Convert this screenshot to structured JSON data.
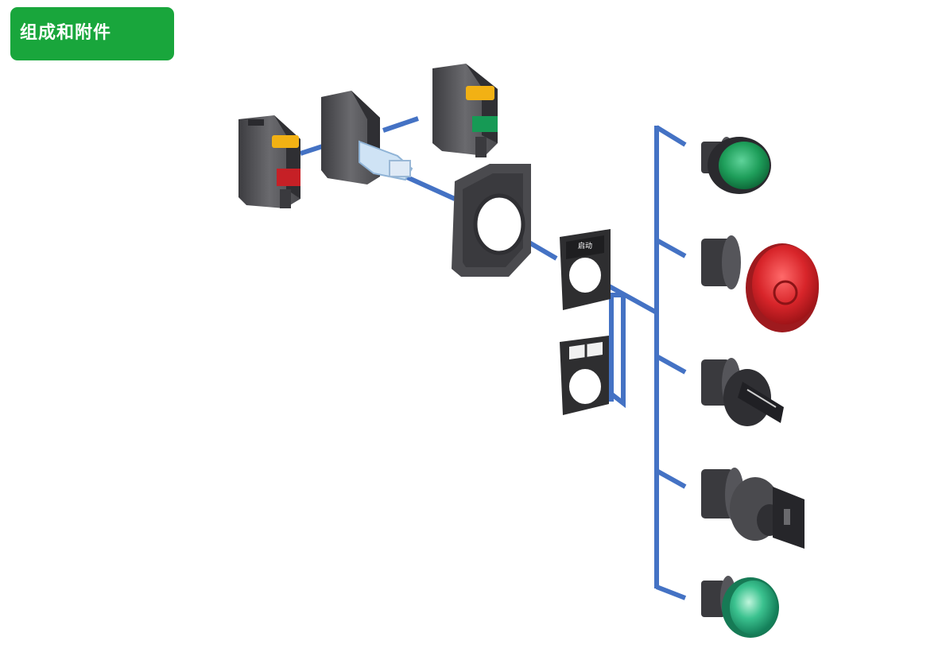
{
  "header": {
    "title": "组成和附件"
  },
  "legend_plate": {
    "label": "启动"
  },
  "colors": {
    "header_bg": "#19a63c",
    "connector_line": "#4472c4",
    "body_dark": "#4a4a4e",
    "body_light": "#6e6e72",
    "button_green": "#1e9e5a",
    "button_red": "#d8252a",
    "terminal_yellow": "#f2b114"
  },
  "components": [
    {
      "name": "contact-block-nc",
      "icon": "contact-block-red"
    },
    {
      "name": "light-block",
      "icon": "light-block"
    },
    {
      "name": "contact-block-no",
      "icon": "contact-block-green"
    },
    {
      "name": "mounting-collar",
      "icon": "mounting-collar"
    },
    {
      "name": "legend-holder-printed",
      "icon": "legend-plate"
    },
    {
      "name": "legend-holder-blank",
      "icon": "legend-plate-blank"
    },
    {
      "name": "green-flush-pushbutton",
      "icon": "pushbutton-green"
    },
    {
      "name": "red-mushroom-emergency-stop",
      "icon": "emergency-stop-red"
    },
    {
      "name": "selector-switch",
      "icon": "selector-switch"
    },
    {
      "name": "key-switch",
      "icon": "key-switch"
    },
    {
      "name": "green-pilot-light",
      "icon": "pilot-light-green"
    }
  ]
}
